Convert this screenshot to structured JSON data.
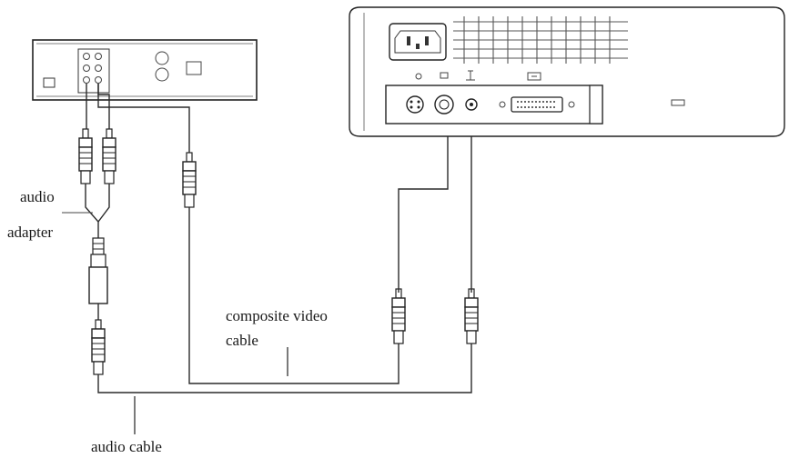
{
  "labels": {
    "audio_adapter_line1": "audio",
    "audio_adapter_line2": "adapter",
    "composite_line1": "composite video",
    "composite_line2": "cable",
    "audio_cable": "audio cable"
  }
}
